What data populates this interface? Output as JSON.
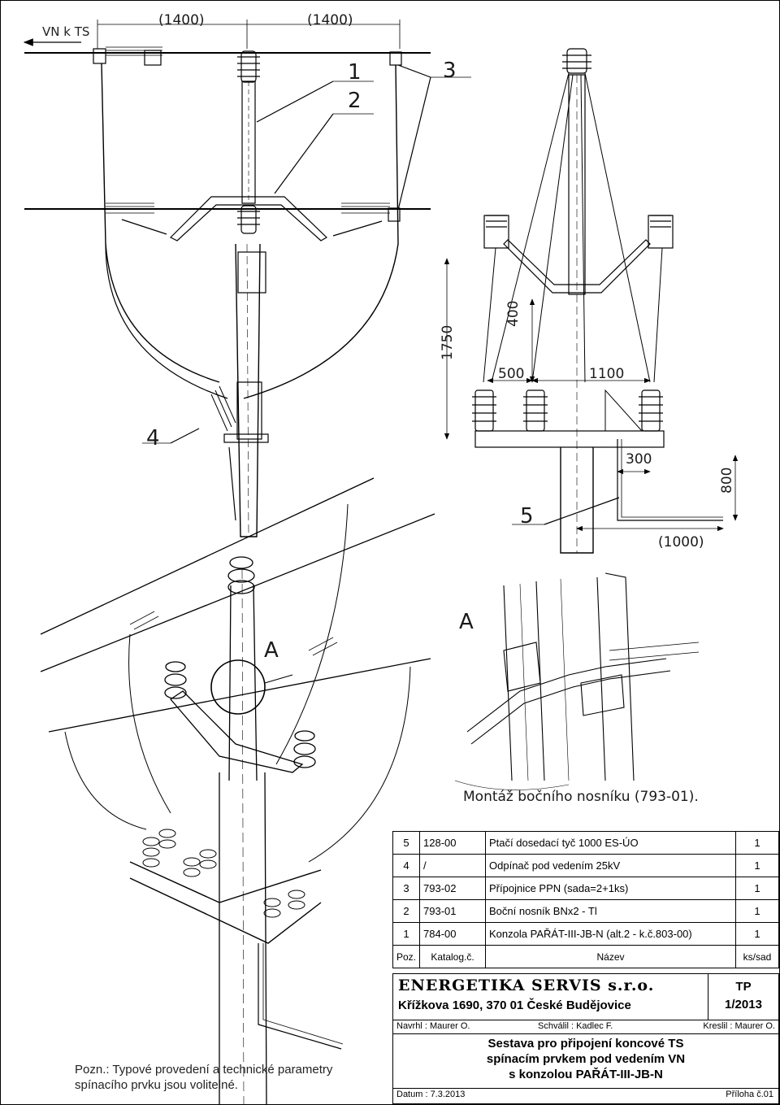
{
  "drawing": {
    "direction_label": "VN k TS",
    "spans": [
      "(1400)",
      "(1400)"
    ],
    "dimensions": {
      "height_total": "1750",
      "upper": "400",
      "offset_left": "500",
      "offset_right": "1100",
      "bracket": "300",
      "leg": "800",
      "bottom_span": "(1000)"
    },
    "callouts": [
      "1",
      "2",
      "3",
      "4",
      "5"
    ],
    "detail_letter": "A",
    "detail_caption": "Montáž bočního nosníku (793-01)."
  },
  "parts_table": {
    "rows": [
      {
        "pos": "5",
        "catalog": "128-00",
        "name": "Ptačí dosedací tyč 1000 ES-ÚO",
        "qty": "1"
      },
      {
        "pos": "4",
        "catalog": "/",
        "name": "Odpínač pod vedením 25kV",
        "qty": "1"
      },
      {
        "pos": "3",
        "catalog": "793-02",
        "name": "Přípojnice PPN (sada=2+1ks)",
        "qty": "1"
      },
      {
        "pos": "2",
        "catalog": "793-01",
        "name": "Boční nosník BNx2 - Tl",
        "qty": "1"
      },
      {
        "pos": "1",
        "catalog": "784-00",
        "name": "Konzola PAŘÁT-III-JB-N (alt.2 - k.č.803-00)",
        "qty": "1"
      }
    ],
    "header": {
      "pos": "Poz.",
      "catalog": "Katalog.č.",
      "name": "Název",
      "qty": "ks/sad"
    }
  },
  "title_block": {
    "company": "ENERGETIKA SERVIS s.r.o.",
    "address": "Křížkova 1690, 370 01 České Budějovice",
    "doc_code": "TP",
    "doc_number": "1/2013",
    "designed": "Navrhl : Maurer O.",
    "approved": "Schválil : Kadlec F.",
    "drawn": "Kreslil  : Maurer O.",
    "subject_lines": [
      "Sestava pro připojení koncové TS",
      "spínacím prvkem pod vedením VN",
      "s konzolou PAŘÁT-III-JB-N"
    ],
    "date": "Datum : 7.3.2013",
    "attachment": "Příloha č.01"
  },
  "note": {
    "line1": "Pozn.: Typové provedení a technické parametry",
    "line2": "spínacího prvku jsou volitelné."
  }
}
